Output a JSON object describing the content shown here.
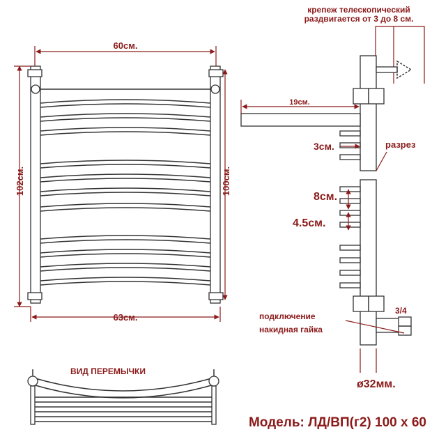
{
  "front_view": {
    "width_top": "60см.",
    "width_bottom": "63см.",
    "height_left": "102см.",
    "height_right": "100см."
  },
  "side_view": {
    "mount_note_line1": "крепеж телескопический",
    "mount_note_line2": "раздвигается от 3 до 8 см.",
    "depth": "19см.",
    "rung_depth": "3см.",
    "section_label": "разрез",
    "gap_8": "8см.",
    "gap_45": "4.5см.",
    "connection_line1": "подключение",
    "connection_line2": "накидная гайка",
    "thread": "3/4",
    "pipe_diameter": "ø32мм."
  },
  "jumper_view": {
    "title": "ВИД ПЕРЕМЫЧКИ"
  },
  "model": "Модель: ЛД/ВП(г2) 100 х 60",
  "colors": {
    "label": "#8b1a1a",
    "line": "#333333"
  }
}
